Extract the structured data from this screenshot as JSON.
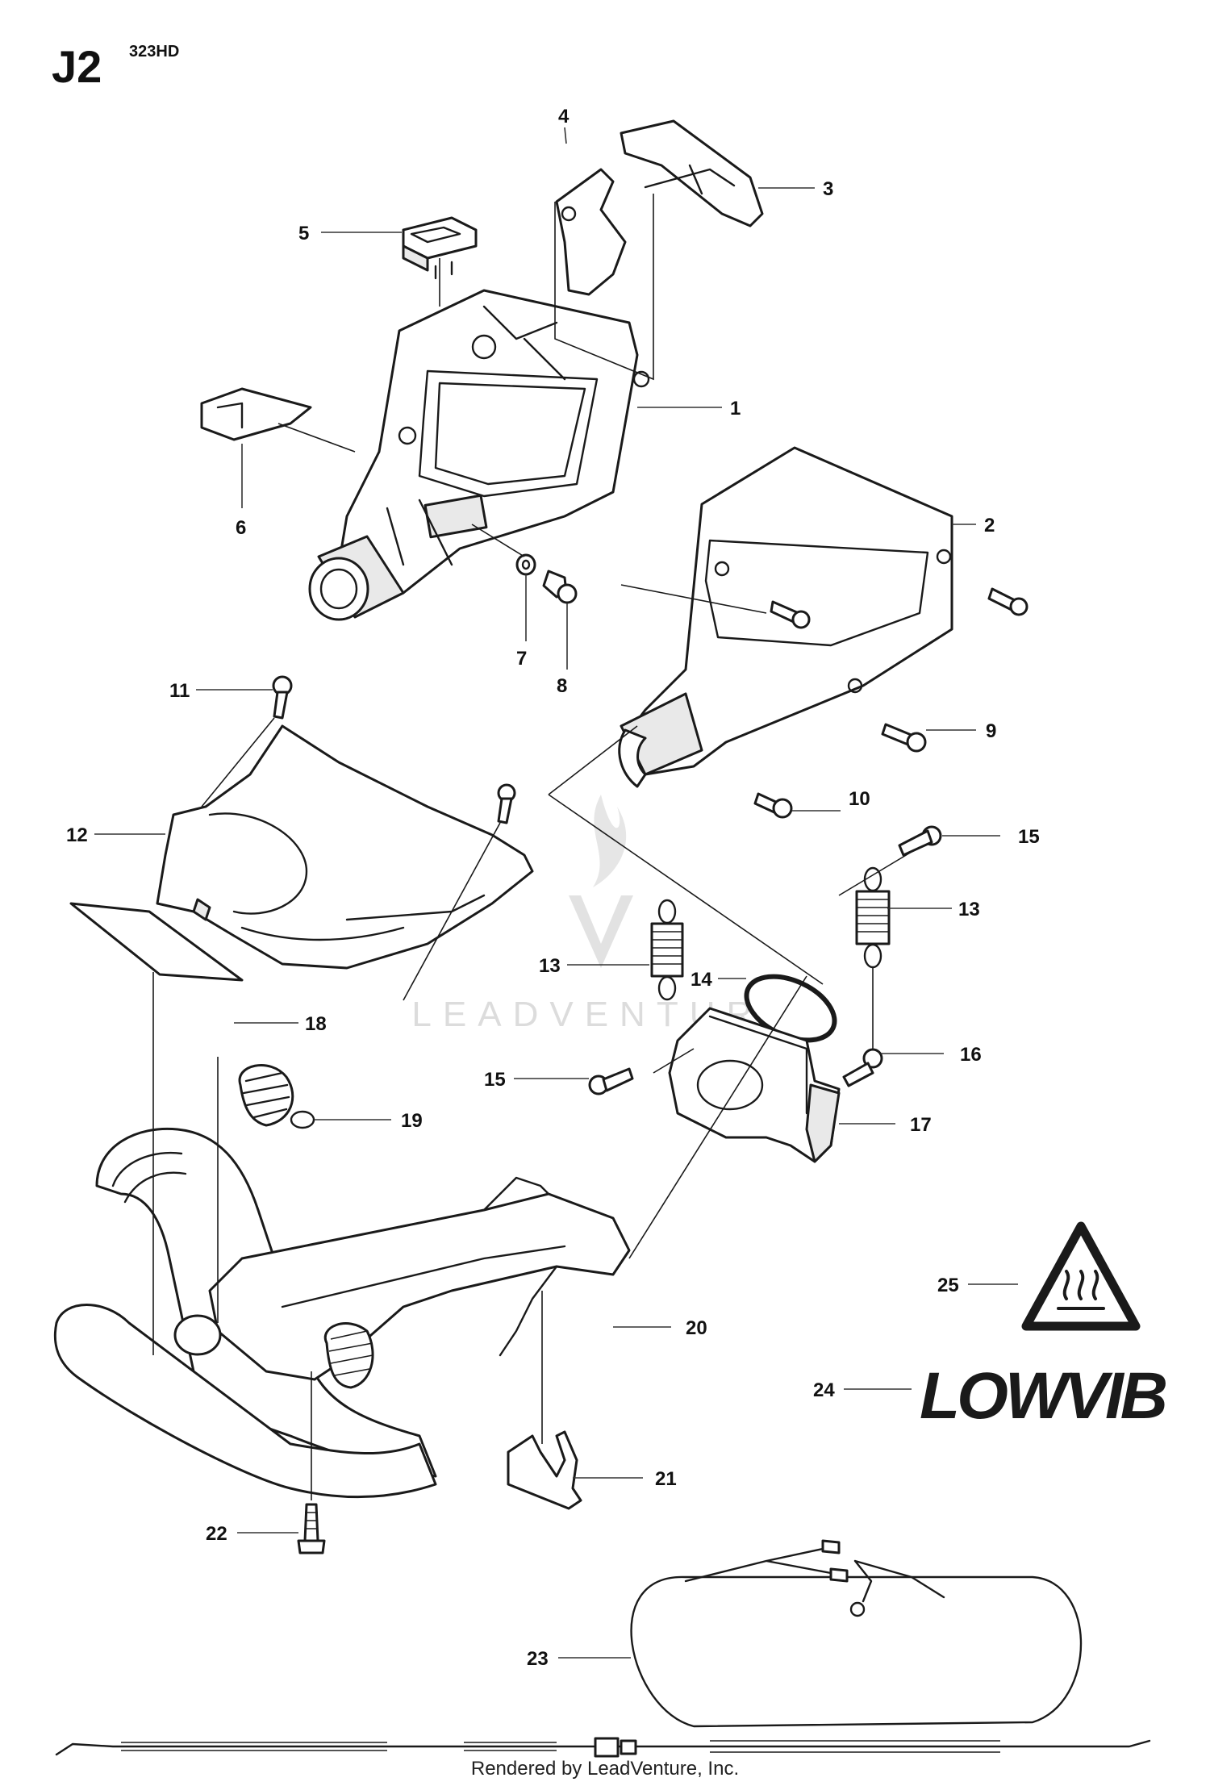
{
  "header": {
    "sheet_id": "J2",
    "model": "323HD"
  },
  "watermark": {
    "text": "LEADVENTURE"
  },
  "callouts": [
    "1",
    "2",
    "3",
    "4",
    "5",
    "6",
    "7",
    "8",
    "9",
    "10",
    "11",
    "12",
    "13",
    "13",
    "14",
    "15",
    "15",
    "16",
    "17",
    "18",
    "19",
    "20",
    "21",
    "22",
    "23",
    "24",
    "25"
  ],
  "decals": {
    "lowvib_text": "LOWVIB",
    "warning_symbol": "hot-surface-warning-icon"
  },
  "footer": {
    "text": "Rendered by LeadVenture, Inc."
  },
  "colors": {
    "line": "#1a1a1a",
    "watermark": "#dcdcdc",
    "background": "#ffffff"
  }
}
